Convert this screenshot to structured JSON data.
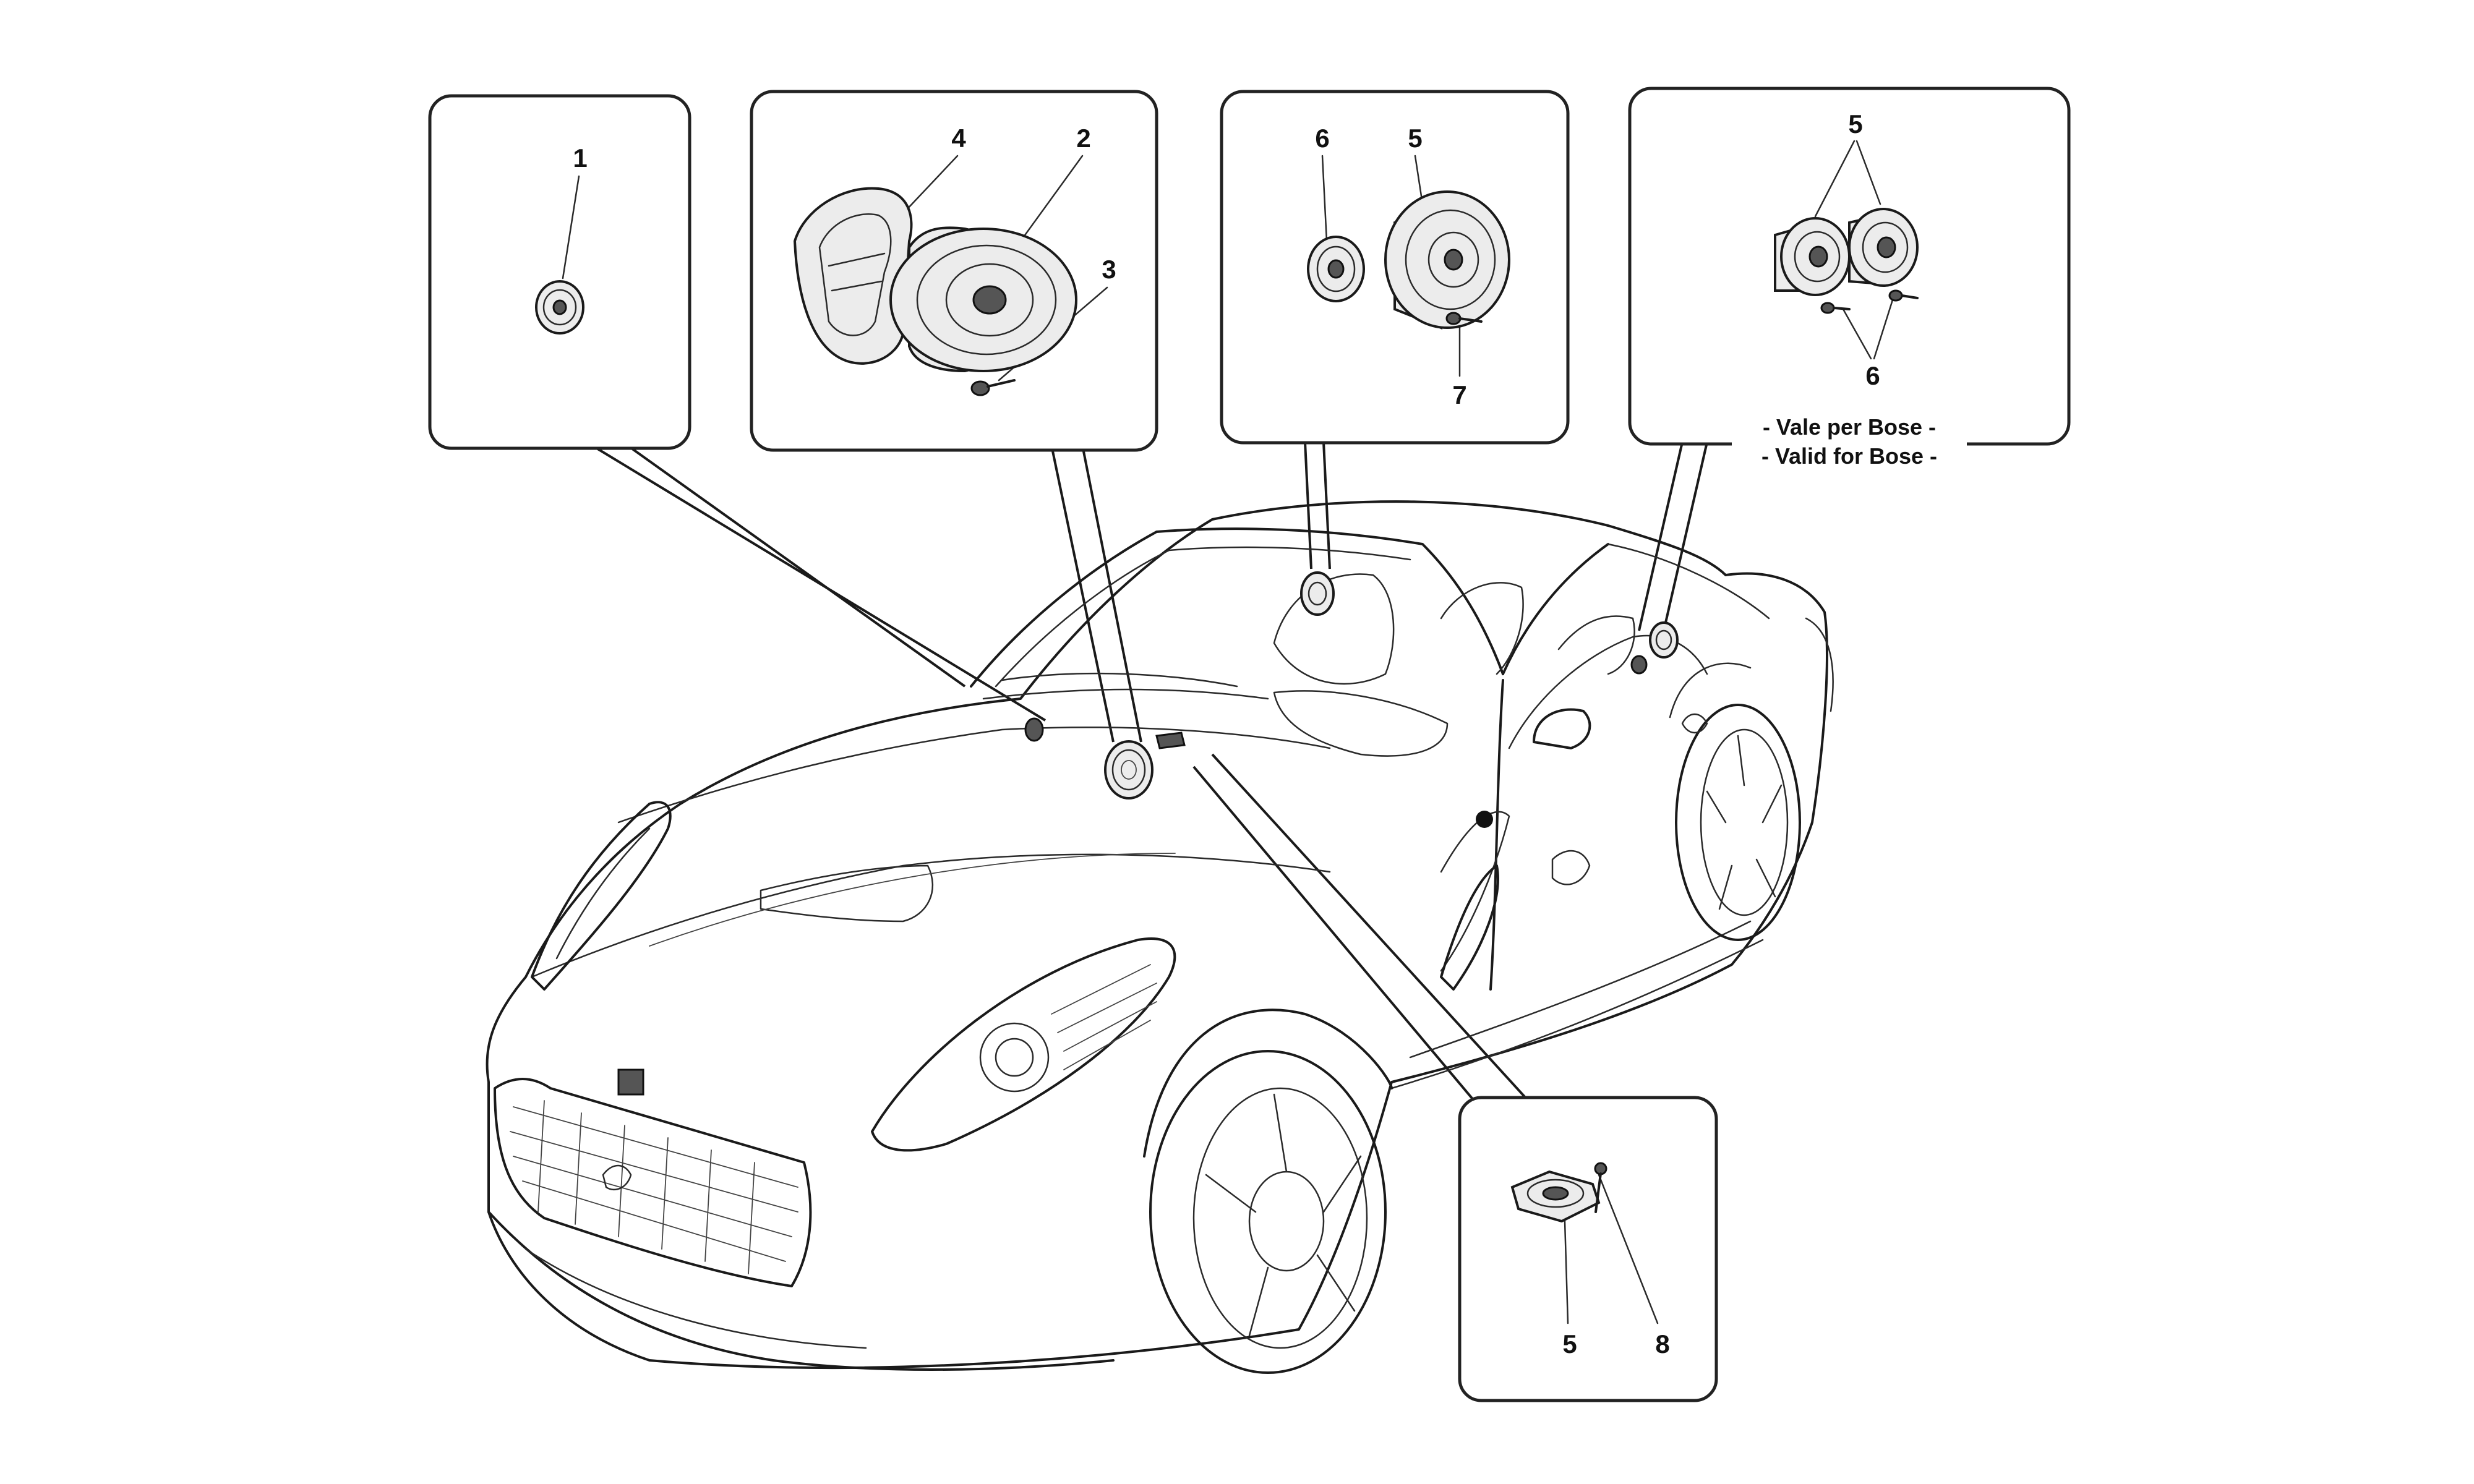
{
  "accent_colors": {
    "ink": "#1a1a1a",
    "background": "#ffffff"
  },
  "callouts": {
    "panel_1": {
      "part_1": "1"
    },
    "panel_2": {
      "part_4": "4",
      "part_2": "2",
      "part_3": "3"
    },
    "panel_3": {
      "part_6": "6",
      "part_5": "5",
      "part_7": "7"
    },
    "panel_4": {
      "part_5": "5",
      "part_6": "6"
    },
    "panel_5": {
      "part_5": "5",
      "part_8": "8"
    }
  },
  "notes": {
    "bose_it": "- Vale per Bose -",
    "bose_en": "- Valid for Bose -"
  },
  "icons": [
    "tweeter-icon",
    "door-speaker-icon",
    "mounting-bracket-icon",
    "screw-icon",
    "car-outline-icon",
    "prancing-horse-logo"
  ]
}
